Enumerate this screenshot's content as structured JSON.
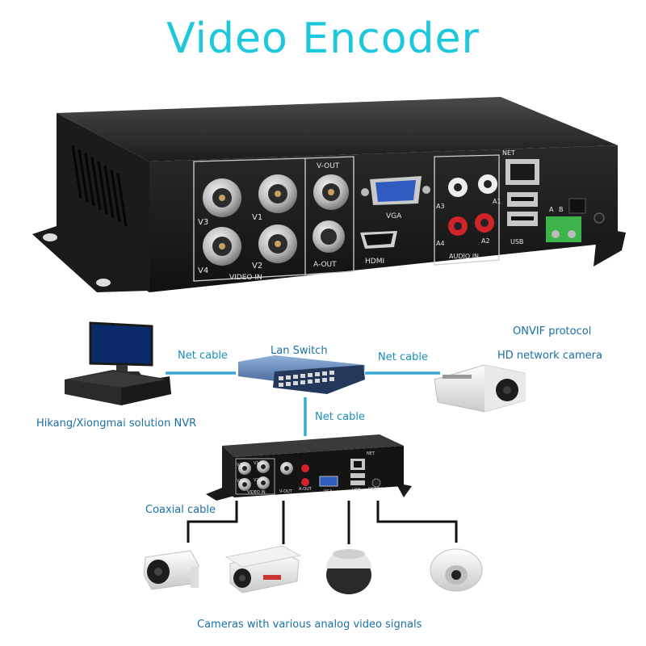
{
  "title": "Video Encoder",
  "device_front": {
    "video_in_label": "VIDEO IN",
    "bnc_labels": [
      "V3",
      "V1",
      "V4",
      "V2"
    ],
    "v_out_label": "V-OUT",
    "a_out_label": "A-OUT",
    "vga_label": "VGA",
    "hdmi_label": "HDMI",
    "audio_in_label": "AUDIO IN",
    "audio_labels": [
      "A3",
      "A1",
      "A4",
      "A2"
    ],
    "net_label": "NET",
    "usb_label": "USB",
    "rs485_labels": [
      "A",
      "B"
    ]
  },
  "network": {
    "nvr_caption": "Hikang/Xiongmai solution NVR",
    "switch_caption": "Lan Switch",
    "net_cable_left": "Net cable",
    "net_cable_right": "Net cable",
    "net_cable_down": "Net cable",
    "camera_protocol": "ONVIF protocol",
    "camera_caption": "HD network camera"
  },
  "small_device": {
    "labels": [
      "V3",
      "V1",
      "V4",
      "V2",
      "VIDEO IN",
      "V-OUT",
      "A-OUT",
      "VGA",
      "USB",
      "DC12V",
      "NET"
    ]
  },
  "analog": {
    "coax_caption": "Coaxial cable",
    "cameras_caption": "Cameras with various analog video signals"
  },
  "colors": {
    "title": "#1ec8dc",
    "cable": "#3aa9d6",
    "label": "#1a8fb5",
    "box": "#1e1e1e"
  }
}
